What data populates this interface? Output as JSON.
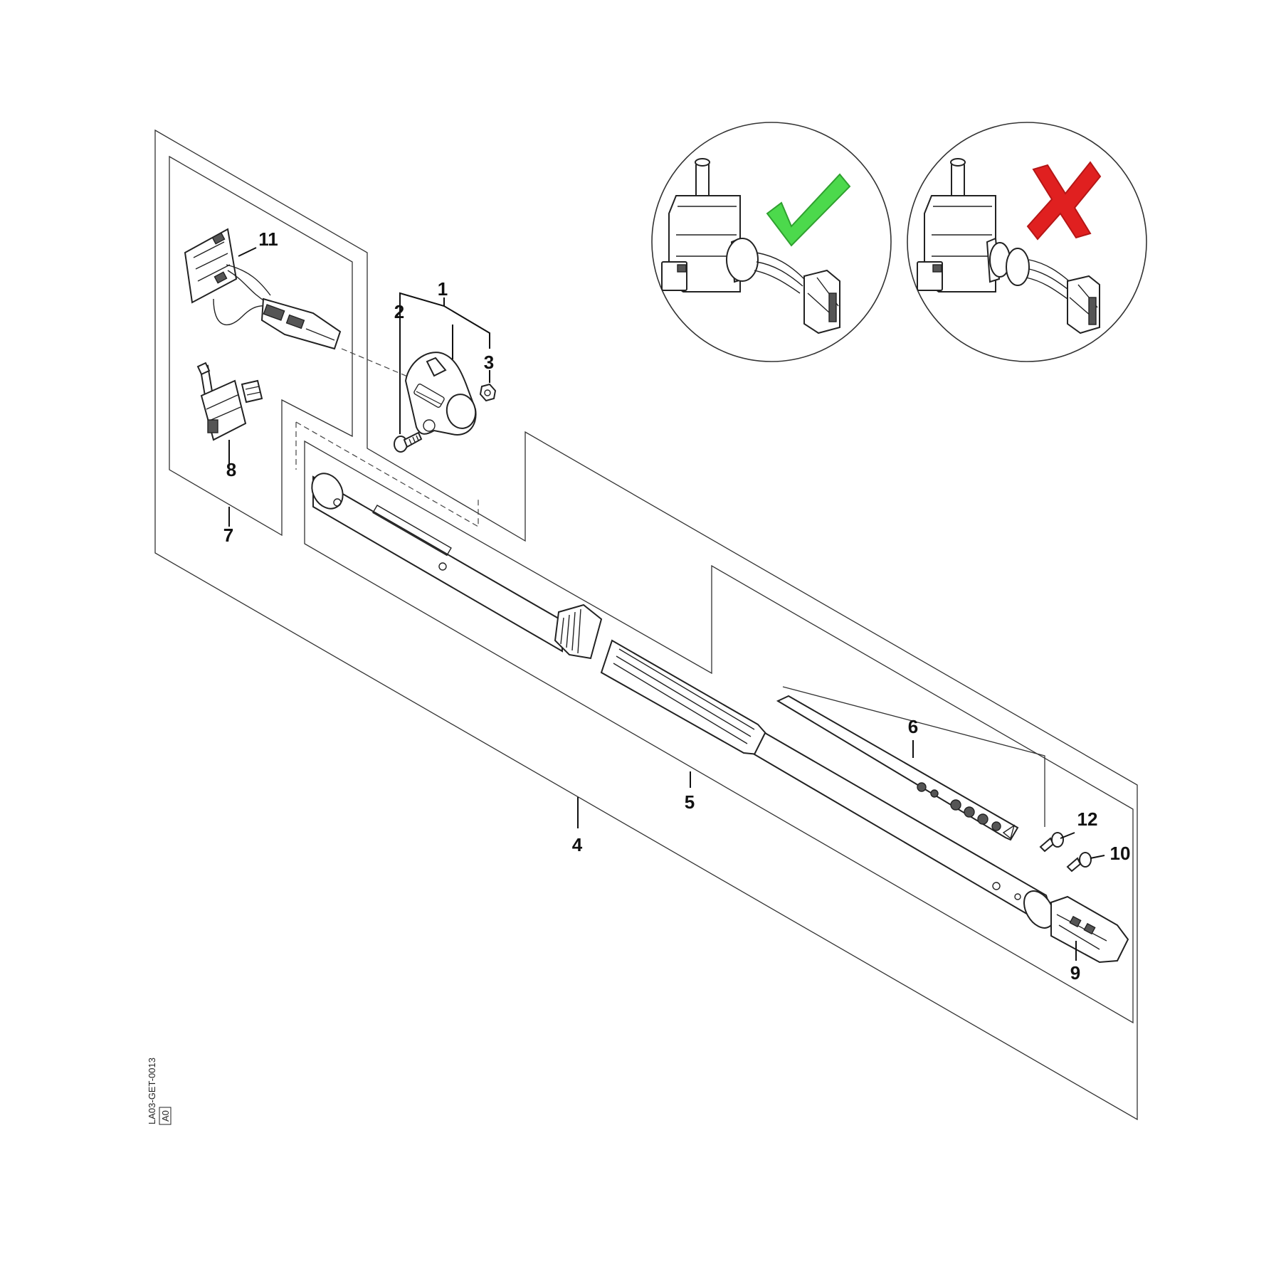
{
  "drawing_code": "LA03-GET-0013",
  "revision_mark": "A0",
  "callouts": {
    "c1": "1",
    "c2": "2",
    "c3": "3",
    "c4": "4",
    "c5": "5",
    "c6": "6",
    "c7": "7",
    "c8": "8",
    "c9": "9",
    "c10": "10",
    "c11": "11",
    "c12": "12"
  },
  "colors": {
    "correct_check": "#4cd94c",
    "wrong_cross": "#e02020",
    "line": "#222222"
  },
  "icons": {
    "correct": "check-icon",
    "wrong": "cross-icon"
  }
}
